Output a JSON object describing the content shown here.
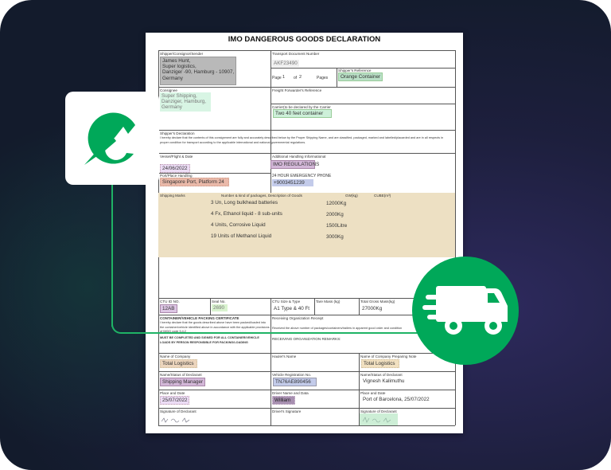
{
  "colors": {
    "brand_green": "#00a859",
    "background": "#141b2b",
    "goods_shade": "#ede0c3"
  },
  "icons": {
    "logo": "brand-logo-icon",
    "truck": "delivery-truck-icon"
  },
  "doc": {
    "title": "IMO DANGEROUS GOODS DECLARATION",
    "shipper": {
      "label": "Shipper/Consignor/Sender",
      "value": [
        "James Hunt,",
        "Super logistics,",
        "Danziger -90, Hamburg - 10907,",
        "Germany"
      ]
    },
    "transport_doc": {
      "label": "Transport Document Number",
      "value": "AKF23490"
    },
    "pages": {
      "page_label": "Page",
      "page": "1",
      "of_label": "of",
      "total": "2",
      "pages_label": "Pages"
    },
    "shipper_ref": {
      "label": "Shipper's Reference",
      "value": "Orange Container"
    },
    "consignee": {
      "label": "Consignee",
      "value": [
        "Super Shipping,",
        "Danziger, Hamburg,",
        "Germany"
      ]
    },
    "freight_ref": {
      "label": "Freight Forwarder's Reference"
    },
    "carrier": {
      "label": "Carrier(to be declared by the Carrier",
      "value": "Two 40 feet container"
    },
    "declaration": {
      "label": "Shipper's Declaration",
      "text": "I hereby declare that the contents of this consignment are fully and accurately described below by the Proper Shipping Name, and are classified, packaged, marked and labelled/placarded and are in all respects in proper condition for transport according to the applicable international and national governmental regulations."
    },
    "vessel": {
      "label": "Vessel/Flight & Date",
      "value": "24/06/2022"
    },
    "port": {
      "label": "Port/Place Handling",
      "value": "Singapore Port, Platform 24"
    },
    "additional": {
      "label": "Additional Handling Informational",
      "value": "IMO REGULATIONS"
    },
    "emergency": {
      "label": "24 HOUR EMERGENCY PHONE",
      "value": "+9003451239"
    },
    "goods": {
      "headers": [
        "Shipping Marks",
        "Number & kind of packages, Description of Goods",
        "GW(kg)",
        "CUBE(m³)"
      ],
      "rows": [
        {
          "desc": "3 Un, Long bulkhead batteries",
          "gw": "12000Kg"
        },
        {
          "desc": "4 Fx, Ethanol liquid - 8 sub-units",
          "gw": "2000Kg"
        },
        {
          "desc": "4 Units, Corrosive Liquid",
          "gw": "1500Litre"
        },
        {
          "desc": "19 Units of Methanol Liquid",
          "gw": "3000Kg"
        }
      ]
    },
    "ctu": {
      "id_label": "CTU ID NO.",
      "id": "12AB",
      "seal_label": "Seal No.",
      "seal": "2690",
      "size_label": "CTU Size & Type",
      "size": "A1 Type & 40 Ft",
      "tare_label": "Tare Mass (kg)",
      "gross_label": "Total Gross Mass(kg)",
      "gross": "27000Kg"
    },
    "cert": {
      "label": "CONTAINER/VEHICLE PACKING CERTIFICATE",
      "text": "I hereby declare that the goods described above have been packed/loaded into the container/vehicle identified above in accordance with the applicable provisions of IMDG code 5.4.2",
      "must": "MUST BE COMPLETED AND SIGNED FOR ALL CONTAINER/VEHICLE LOADS BY PERSON RESPONSIBLE FOR PACKING/LOADING"
    },
    "receipt": {
      "label": "Receiving Organization Receipt",
      "text": "Received the above number of packages/containers/trailers in apparent good order and condition",
      "remarks": "RECEIVING ORGANIZATION REMARKS:"
    },
    "company": {
      "label": "Name of Company",
      "value": "Total Logistics"
    },
    "hauler": {
      "label": "Hauler's Name"
    },
    "company_note": {
      "label": "Name of Company Preparing Note",
      "value": "Total Logistics"
    },
    "declarant": {
      "label": "Name/Status of Declarant",
      "value": "Shipping Manager"
    },
    "vehicle": {
      "label": "Vehicle Registration No.",
      "value": "TN76AE890456"
    },
    "declarant2": {
      "label": "Name/Status of Declarant",
      "value": "Vignesh Kalimuthu"
    },
    "place": {
      "label": "Place and Date",
      "value": "25/07/2022"
    },
    "driver": {
      "label": "Driver Name and Data",
      "value": "William"
    },
    "place2": {
      "label": "Place and Date",
      "value": "Port of Barcelona, 25/07/2022"
    },
    "sig": {
      "label": "Signature of Declarant"
    },
    "driver_sig": {
      "label": "Driver's Signature"
    },
    "sig2": {
      "label": "Signature of Declarant"
    }
  }
}
